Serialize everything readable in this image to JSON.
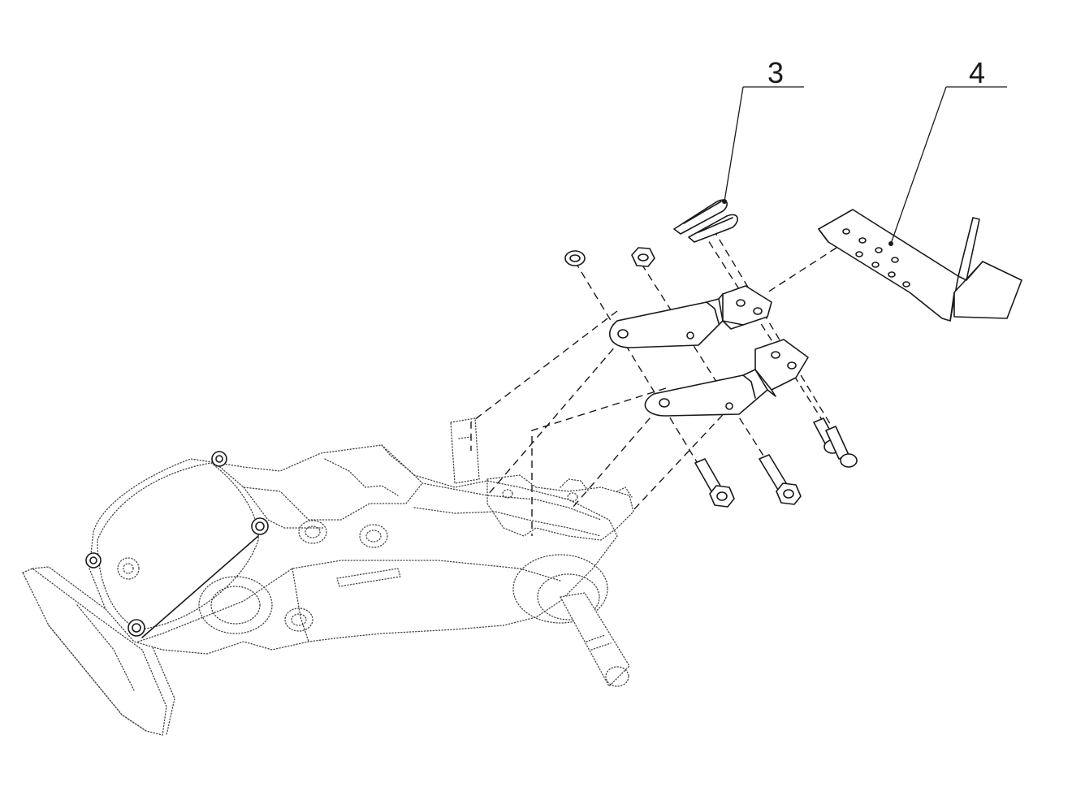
{
  "callouts": [
    {
      "id": "3",
      "label": "3"
    },
    {
      "id": "4",
      "label": "4"
    }
  ],
  "colors": {
    "line": "#1a1a1a",
    "background": "#ffffff"
  }
}
